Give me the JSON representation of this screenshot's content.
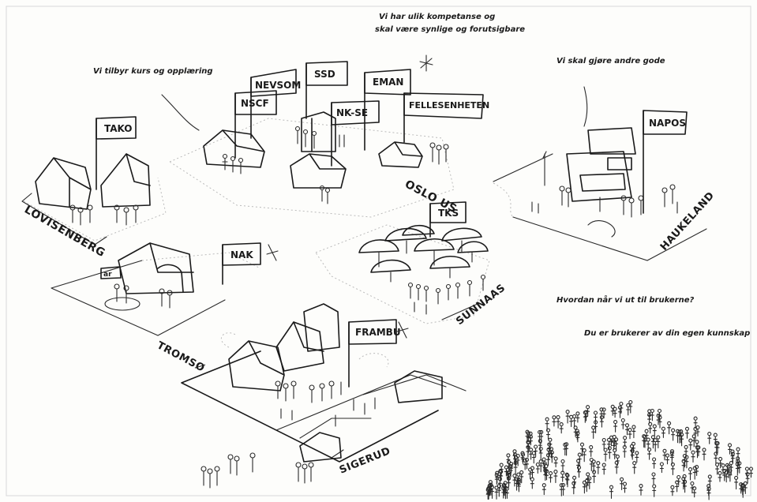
{
  "annotations": {
    "top_center_line1": "Vi har ulik kompetanse og",
    "top_center_line2": "skal være synlige og forutsigbare",
    "left_tools": "Vi tilbyr kurs og opplæring",
    "right_others": "Vi skal gjøre andre gode",
    "question": "Hvordan når vi ut til brukerne?",
    "answer": "Du er brukerer av din egen kunnskap"
  },
  "flags": {
    "nevsom": "NEVSOM",
    "ssd": "SSD",
    "eman": "EMAN",
    "nscf": "NSCF",
    "nkse": "NK-SE",
    "fellesenheten": "FELLESENHETEN",
    "tako": "TAKO",
    "napos": "NAPOS",
    "tks": "TKS",
    "nak": "NAK",
    "frambu": "FRAMBU"
  },
  "regions": {
    "oslo": "OSLO US",
    "lovisenberg": "LOVISENBERG",
    "haukeland": "HAUKELAND",
    "sunnaas": "SUNNAAS",
    "tromso": "TROMSØ",
    "sigerud": "SIGERUD"
  },
  "misc": {
    "sign_ar": "ar"
  }
}
